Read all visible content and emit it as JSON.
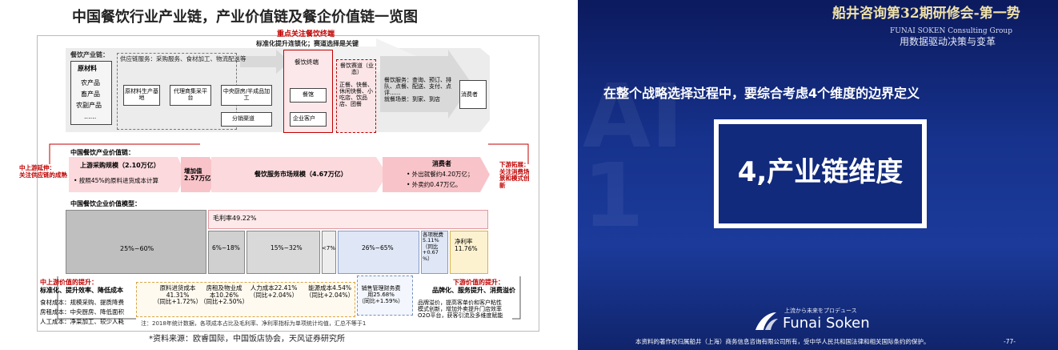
{
  "left": {
    "title": "中国餐饮行业产业链，产业价值链及餐企价值链一览图",
    "focus": {
      "label": "重点关注餐饮终端",
      "sub": "标准化提升连锁化；赛道选择是关键"
    },
    "chain_section": "餐饮产业链：",
    "raw": {
      "title": "原材料",
      "items": [
        "农产品",
        "畜产品",
        "农副产品",
        "......"
      ]
    },
    "supply_service": "供应链服务：采购服务、食材加工、物流配送等",
    "nodes": {
      "base": "原材料生产基地",
      "agent": "代理商集采平台",
      "kitchen": "中央厨房/半成品加工",
      "channel": "分销渠道",
      "terminal": "餐饮终端",
      "restaurant": "餐馆",
      "enterprise": "企业客户",
      "track_title": "餐饮赛道（业态）",
      "track_body": "正餐、快餐、休闲快餐、小吃店、饮品店、团餐",
      "consumer": "消费者"
    },
    "service_text": "餐饮服务：查询、预订、排队、点餐、配送、支付、点评......\n就餐场景：到家、到店",
    "value_section": "中国餐饮产业价值链：",
    "upstream_ext": "中上游延伸：\n关注供应链的成熟",
    "downstream_ext": "下游拓展：\n关注消费场景和模式创新",
    "vc1": {
      "title": "上游采购规模（2.10万亿）",
      "sub": "• 按照45%的原料进货成本计算"
    },
    "vc2": "增加值\n2.57万亿",
    "vc3": "餐饮服务市场规模（4.67万亿）",
    "vc4": {
      "title": "消费者",
      "items": [
        "• 外出就餐约4.20万亿；",
        "• 外卖约0.47万亿。"
      ]
    },
    "model_section": "中国餐饮企业价值模型：",
    "gross": "毛利率49.22%",
    "bars": [
      "25%~60%",
      "6%~18%",
      "15%~32%",
      "<7%",
      "26%~65%"
    ],
    "tax": "各项税费\n5.11%\n（同比\n+0.67\n%）",
    "net": "净利率\n11.76%",
    "up_value": {
      "title": "中上游价值的提升：",
      "sub": "标准化、提升效率、降低成本"
    },
    "down_value": {
      "title": "下游价值的提升：",
      "sub": "品牌化、服务提升、消费溢价"
    },
    "cost_left": [
      "食材成本：规模采购、提质降费",
      "房租成本：中央厨房、降低面积",
      "人工成本：净菜加工、较少人耗"
    ],
    "costs": [
      "原料进货成本\n41.31%\n（同比+1.72%）",
      "房租及物业成\n本10.26%\n（同比+2.50%）",
      "人力成本22.41%\n（同比+2.04%）",
      "能源成本4.54%\n（同比+2.04%）",
      "销售管理财务费\n用25.68%\n（同比+1.59%）"
    ],
    "premium": "品牌溢价，提高客单价和客户粘性\n模式创新，增加外卖提升门店效率\nO2O平台，获客引流及多维度赋能",
    "note": "注：2018年统计数据，各项成本占比及毛利率、净利率指标为单项统计均值，汇总不等于1",
    "source": "*资料来源：欧睿国际，中国饭店协会，天风证券研究所"
  },
  "right": {
    "title": "船井咨询第32期研修会-第一势",
    "company": "FUNAI SOKEN Consulting Group",
    "subtitle": "用数据驱动决策与变革",
    "heading": "在整个战略选择过程中，要综合考虑4个维度的边界定义",
    "box_text": "4,产业链维度",
    "logo_tagline": "上流から未来をプロデュース",
    "logo_name": "Funai Soken",
    "footer": "本资料的著作权归属船井（上海）商务信息咨询有限公司所有，受中华人民共和国法律和相关国际条约的保护。",
    "page": "-77-",
    "watermark": "AI\n1"
  }
}
